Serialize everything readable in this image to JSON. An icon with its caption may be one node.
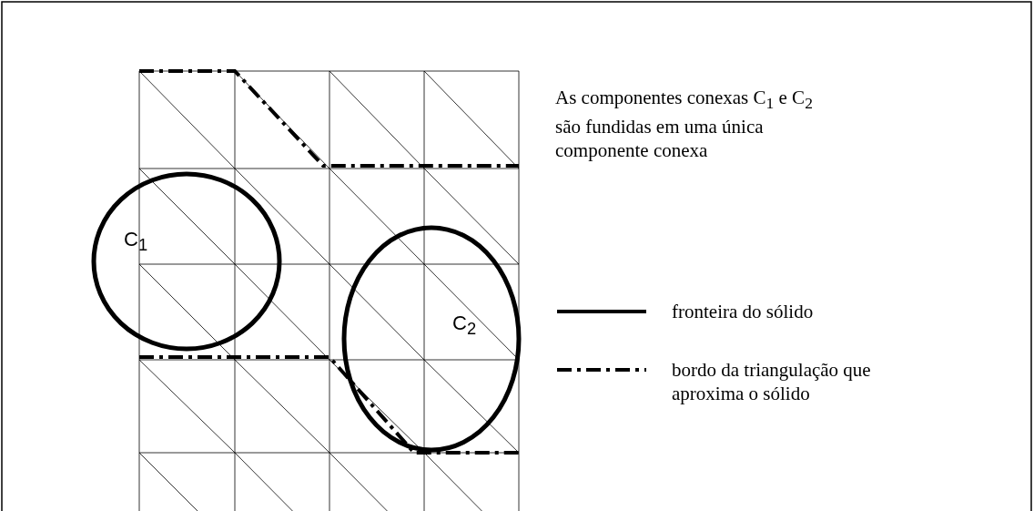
{
  "diagram": {
    "labels": [
      "As componentes conexas C$_{1}$ e C$_{2}$ são fundidas em uma única componente conexa",
      "C$_{1}$",
      "C$_{2}$"
    ],
    "legend": [
      {
        "text": "fronteira do sólido"
      },
      {
        "text": "bordo da triangulação que aproxima o sólido"
      }
    ]
  }
}
